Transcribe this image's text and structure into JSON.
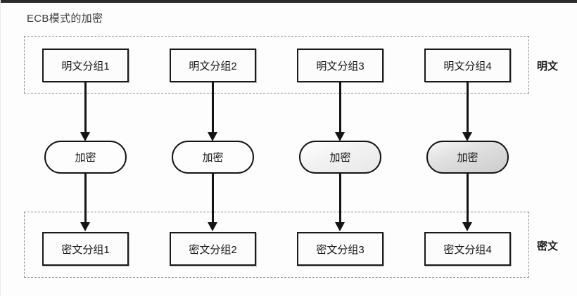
{
  "diagram": {
    "title": "ECB模式的加密",
    "groups": [
      {
        "id": "plaintext",
        "label": "明文"
      },
      {
        "id": "ciphertext",
        "label": "密文"
      }
    ],
    "plaintext_blocks": [
      {
        "label": "明文分组1"
      },
      {
        "label": "明文分组2"
      },
      {
        "label": "明文分组3"
      },
      {
        "label": "明文分组4"
      }
    ],
    "cipher_nodes": [
      {
        "label": "加密",
        "fill": "#fdfdfd"
      },
      {
        "label": "加密",
        "fill": "#fdfdfd"
      },
      {
        "label": "加密",
        "fill": "#efefef"
      },
      {
        "label": "加密",
        "fill": "#d8d8d8"
      }
    ],
    "ciphertext_blocks": [
      {
        "label": "密文分组1"
      },
      {
        "label": "密文分组2"
      },
      {
        "label": "密文分组3"
      },
      {
        "label": "密文分组4"
      }
    ],
    "colors": {
      "stroke": "#141414",
      "dashed_border": "#8f8f8f",
      "background": "#fdfdfd",
      "text": "#161616",
      "top_bar": "#2b2b2b"
    }
  }
}
